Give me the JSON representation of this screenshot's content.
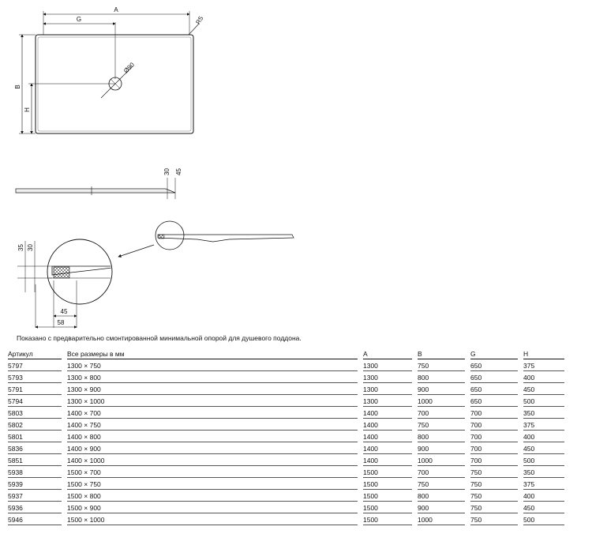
{
  "drawing": {
    "plan_labels": {
      "A": "A",
      "G": "G",
      "B": "B",
      "H": "H",
      "R5": "R5",
      "drain": "Ø90"
    },
    "profile_labels": {
      "d30": "30",
      "d45": "45"
    },
    "detail_labels": {
      "d35": "35",
      "d30": "30",
      "d45": "45",
      "d58": "58"
    }
  },
  "caption": "Показано с предварительно смонтированной минимальной опорой для душевого поддона.",
  "table": {
    "headers": [
      "Артикул",
      "Все размеры в мм",
      "A",
      "B",
      "G",
      "H"
    ],
    "rows": [
      [
        "5797",
        "1300 × 750",
        "1300",
        "750",
        "650",
        "375"
      ],
      [
        "5793",
        "1300 × 800",
        "1300",
        "800",
        "650",
        "400"
      ],
      [
        "5791",
        "1300 × 900",
        "1300",
        "900",
        "650",
        "450"
      ],
      [
        "5794",
        "1300 × 1000",
        "1300",
        "1000",
        "650",
        "500"
      ],
      [
        "5803",
        "1400 × 700",
        "1400",
        "700",
        "700",
        "350"
      ],
      [
        "5802",
        "1400 × 750",
        "1400",
        "750",
        "700",
        "375"
      ],
      [
        "5801",
        "1400 × 800",
        "1400",
        "800",
        "700",
        "400"
      ],
      [
        "5836",
        "1400 × 900",
        "1400",
        "900",
        "700",
        "450"
      ],
      [
        "5851",
        "1400 × 1000",
        "1400",
        "1000",
        "700",
        "500"
      ],
      [
        "5938",
        "1500 × 700",
        "1500",
        "700",
        "750",
        "350"
      ],
      [
        "5939",
        "1500 × 750",
        "1500",
        "750",
        "750",
        "375"
      ],
      [
        "5937",
        "1500 × 800",
        "1500",
        "800",
        "750",
        "400"
      ],
      [
        "5936",
        "1500 × 900",
        "1500",
        "900",
        "750",
        "450"
      ],
      [
        "5946",
        "1500 × 1000",
        "1500",
        "1000",
        "750",
        "500"
      ]
    ]
  }
}
